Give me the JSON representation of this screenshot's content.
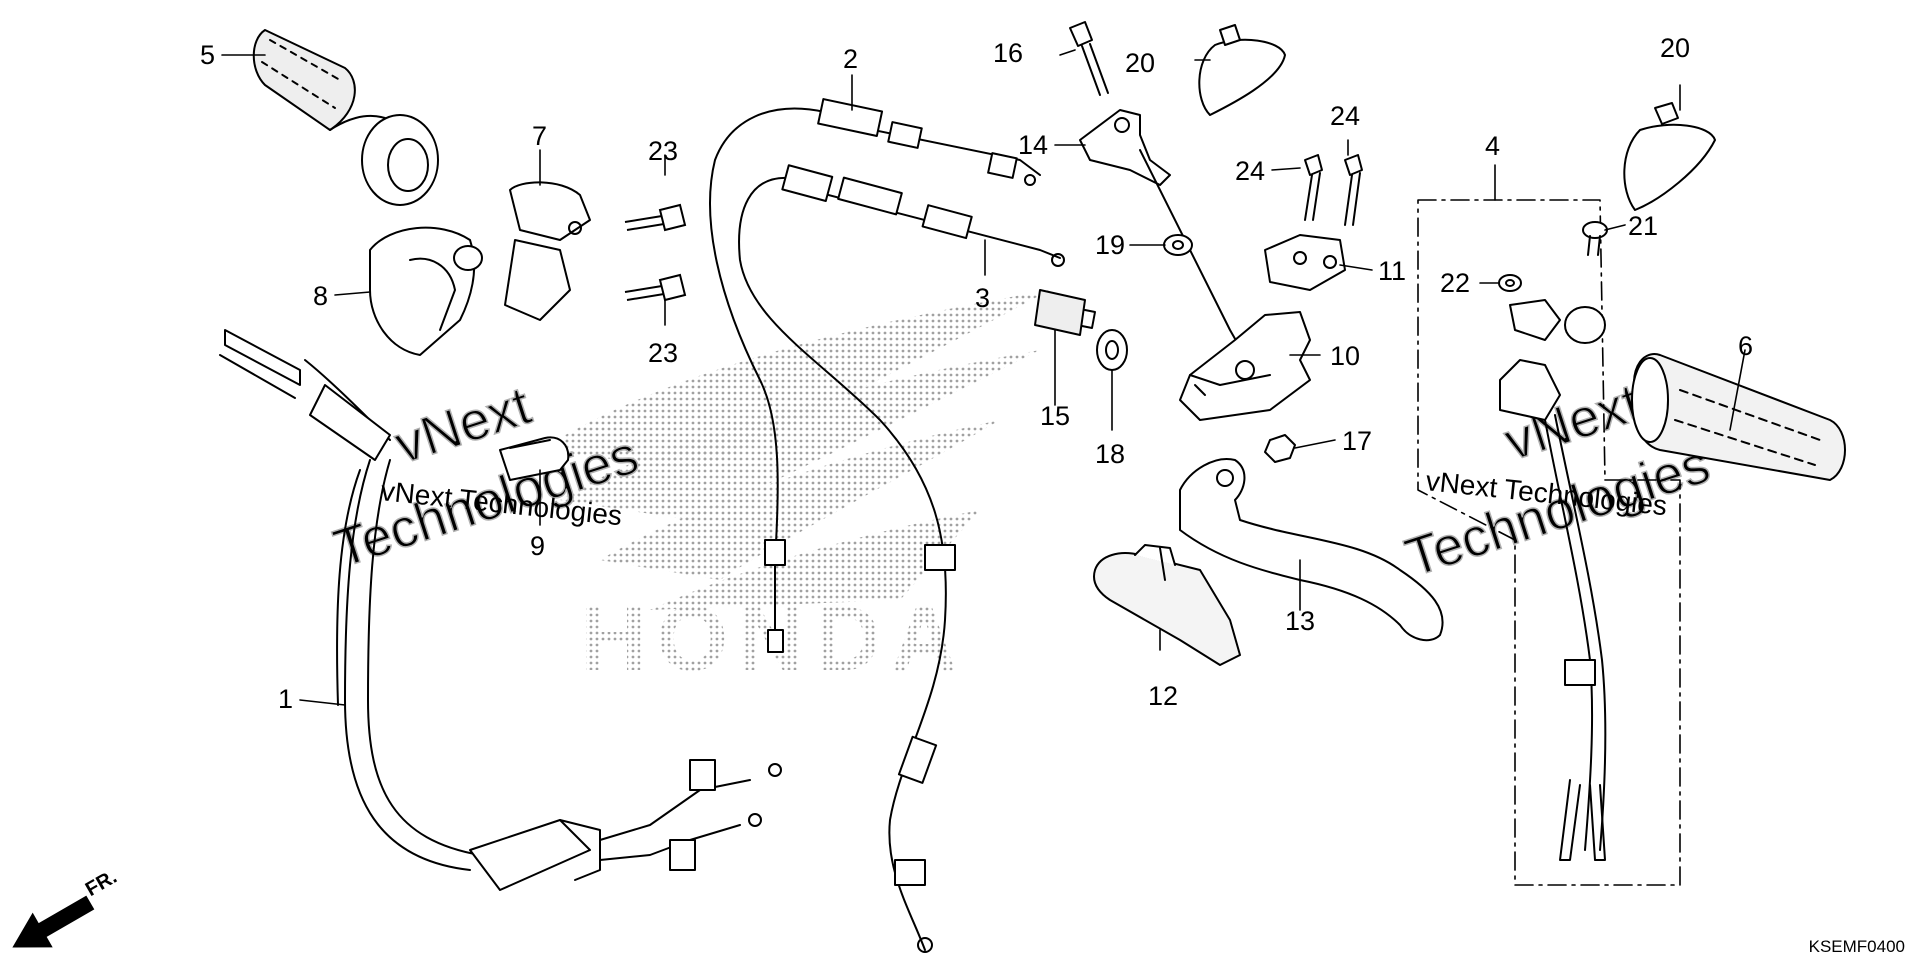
{
  "diagram_code": "KSEMF0400",
  "front_arrow_label": "FR.",
  "watermark": {
    "line1": "vNext",
    "line2": "Technologies",
    "inline": "vNext Technologies"
  },
  "brand_text": "HONDA",
  "callouts": [
    "1",
    "2",
    "3",
    "4",
    "5",
    "6",
    "7",
    "8",
    "9",
    "10",
    "11",
    "12",
    "13",
    "14",
    "15",
    "16",
    "17",
    "18",
    "19",
    "20",
    "20",
    "21",
    "22",
    "23",
    "23",
    "24",
    "24"
  ],
  "colors": {
    "ink": "#000000",
    "watermark": "#9a9a9a",
    "dots": "#555555"
  }
}
